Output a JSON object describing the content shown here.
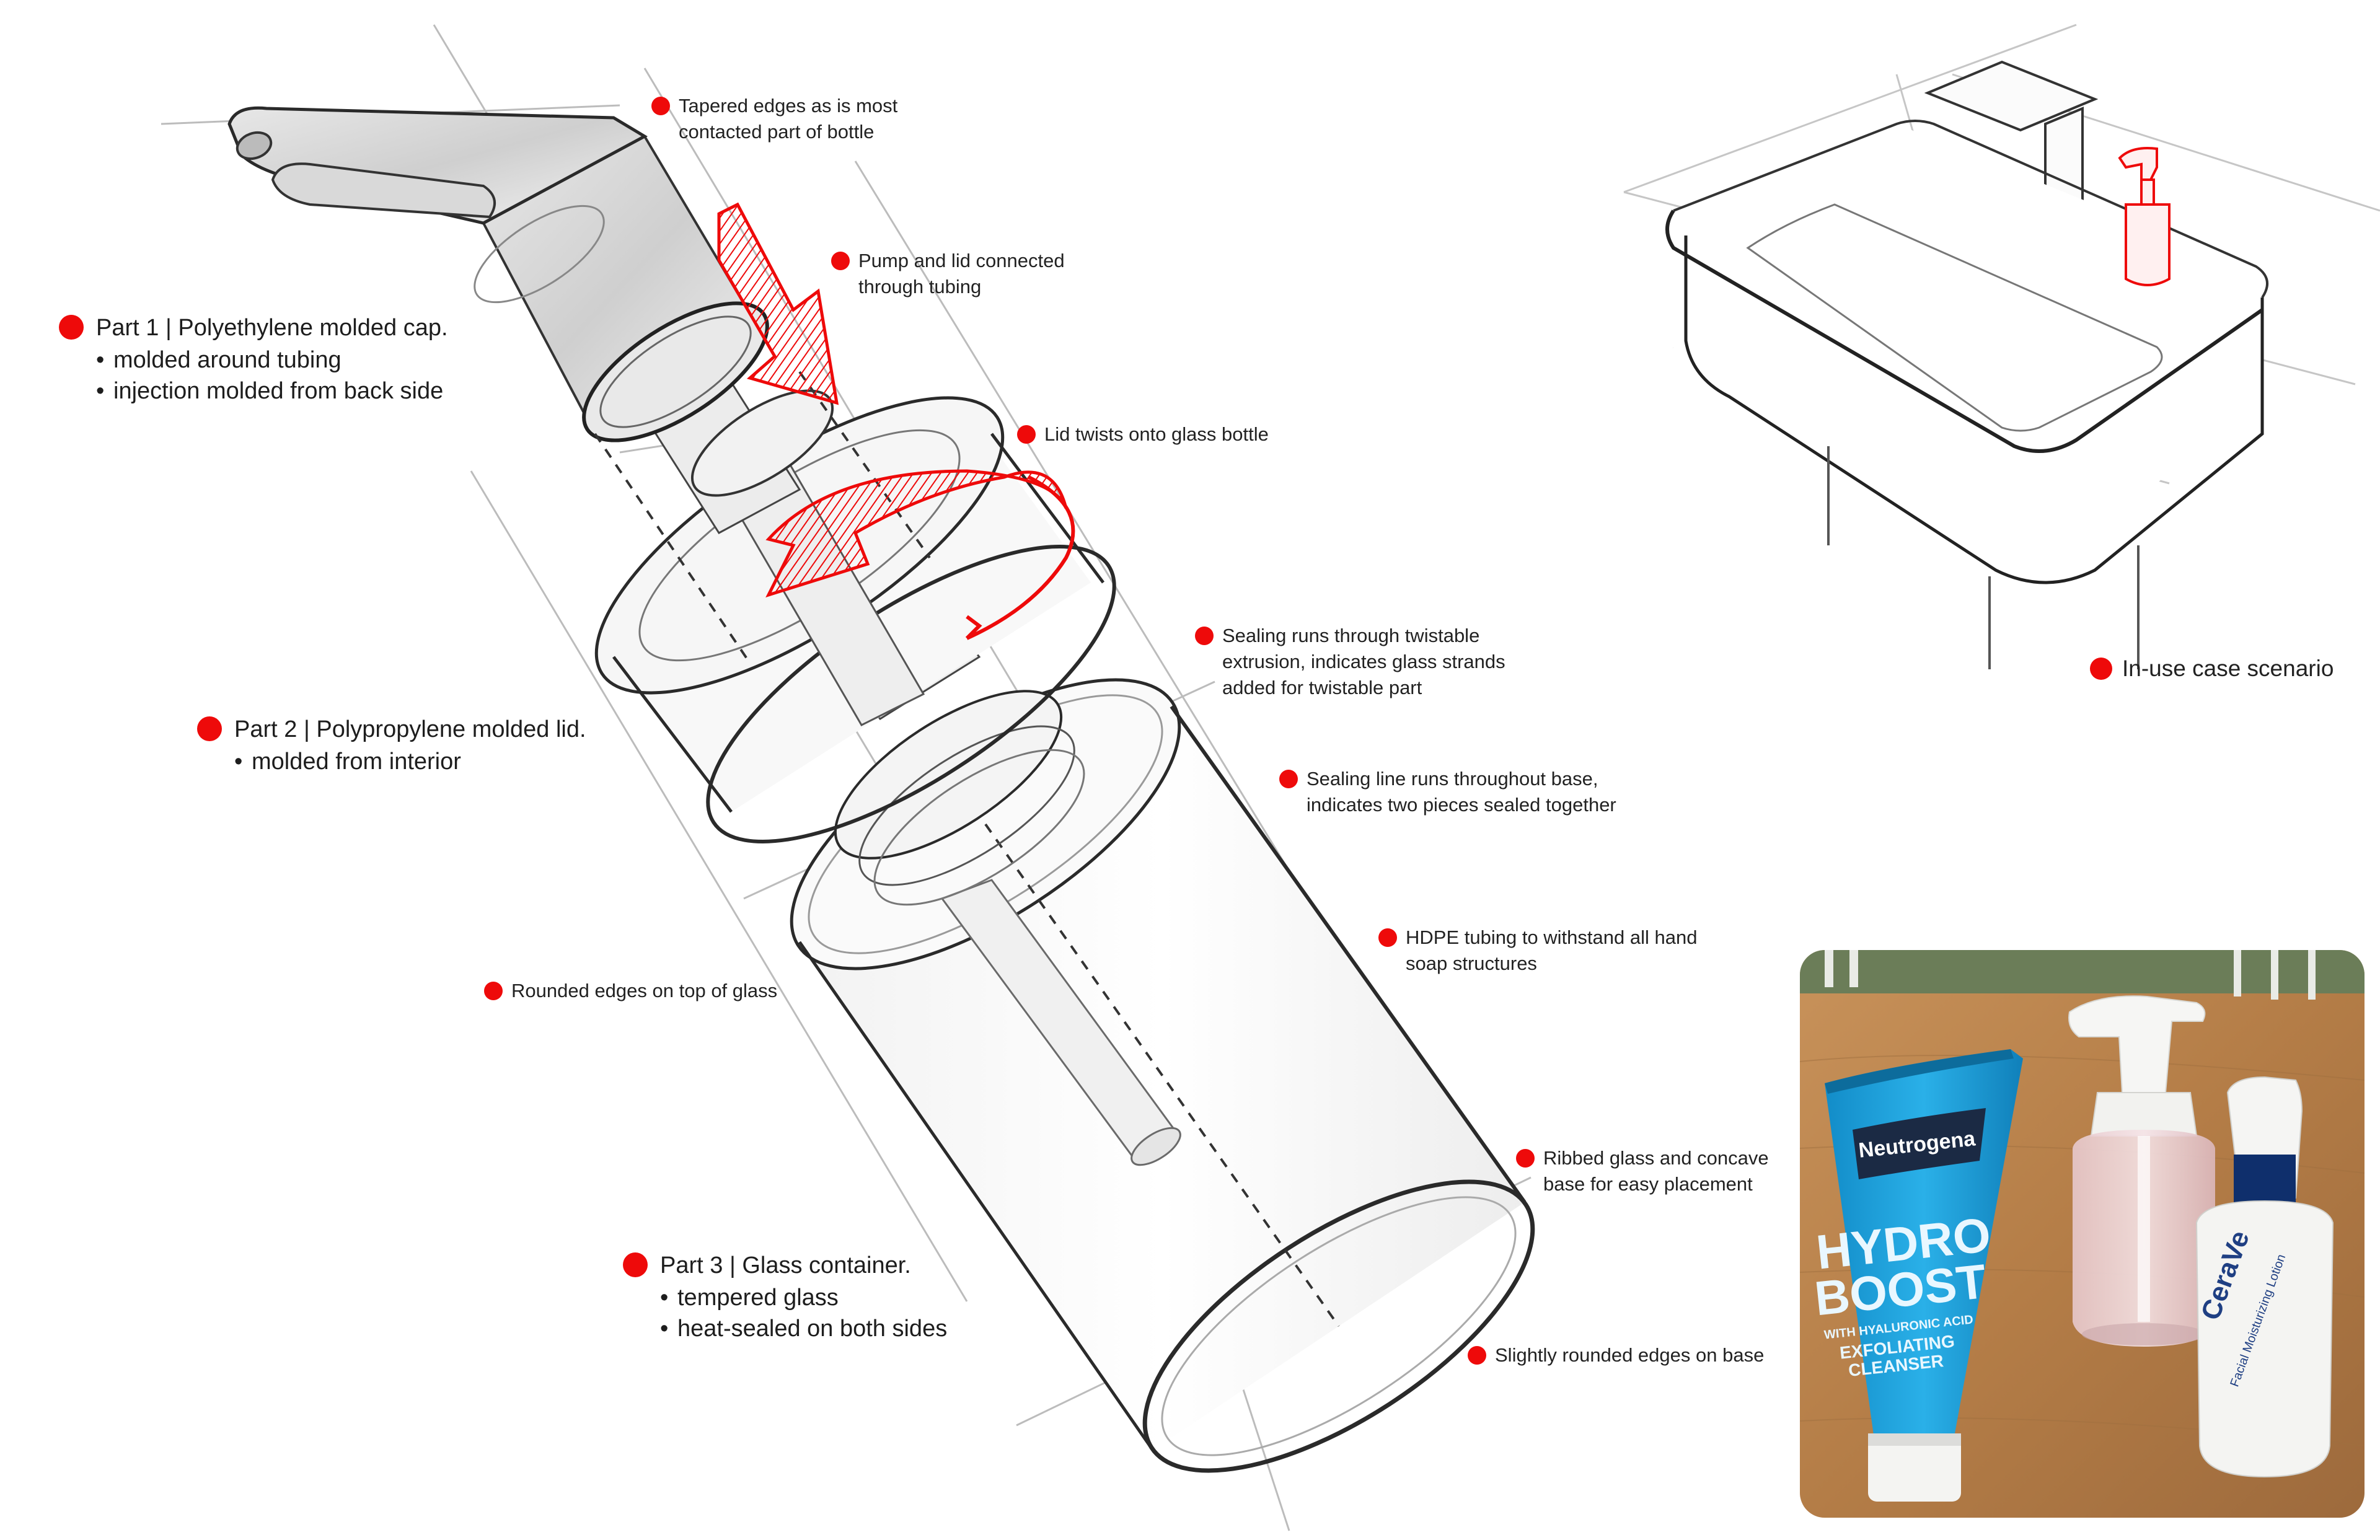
{
  "parts": [
    {
      "title": "Part 1  |  Polyethylene molded cap.",
      "bullets": [
        "molded around tubing",
        "injection molded from back side"
      ]
    },
    {
      "title": "Part 2  |  Polypropylene molded lid.",
      "bullets": [
        "molded from interior"
      ]
    },
    {
      "title": "Part 3  |  Glass container.",
      "bullets": [
        "tempered glass",
        "heat-sealed on both sides"
      ]
    }
  ],
  "notes": {
    "tapered": [
      "Tapered edges as is most",
      "contacted part of bottle"
    ],
    "pump": [
      "Pump and lid connected",
      "through tubing"
    ],
    "lid_twists": [
      "Lid twists onto glass bottle"
    ],
    "sealing_twist": [
      "Sealing runs through twistable",
      "extrusion, indicates glass strands",
      "added for twistable part"
    ],
    "sealing_base": [
      "Sealing line runs throughout base,",
      "indicates two pieces sealed together"
    ],
    "hdpe": [
      "HDPE tubing to withstand all hand",
      "soap structures"
    ],
    "rounded_top": [
      "Rounded edges on top of glass"
    ],
    "ribbed": [
      "Ribbed glass and concave",
      "base for easy placement"
    ],
    "rounded_base": [
      "Slightly rounded edges on base"
    ],
    "in_use": [
      "In-use case scenario"
    ]
  },
  "photo": {
    "neutrogena_brand": "Neutrogena",
    "neutrogena_line1": "HYDRO",
    "neutrogena_line2": "BOOST",
    "neutrogena_sub": "WITH HYALURONIC ACID",
    "neutrogena_sub2": "EXFOLIATING",
    "neutrogena_sub3": "CLEANSER",
    "cerave_brand": "CeraVe",
    "cerave_sub": "Facial Moisturizing Lotion"
  },
  "colors": {
    "accent": "#ee0a0a",
    "text": "#222222",
    "sketch": "#3a3a3a",
    "wood": "#b9824c",
    "neutrogena_blue": "#1c9bd8"
  }
}
